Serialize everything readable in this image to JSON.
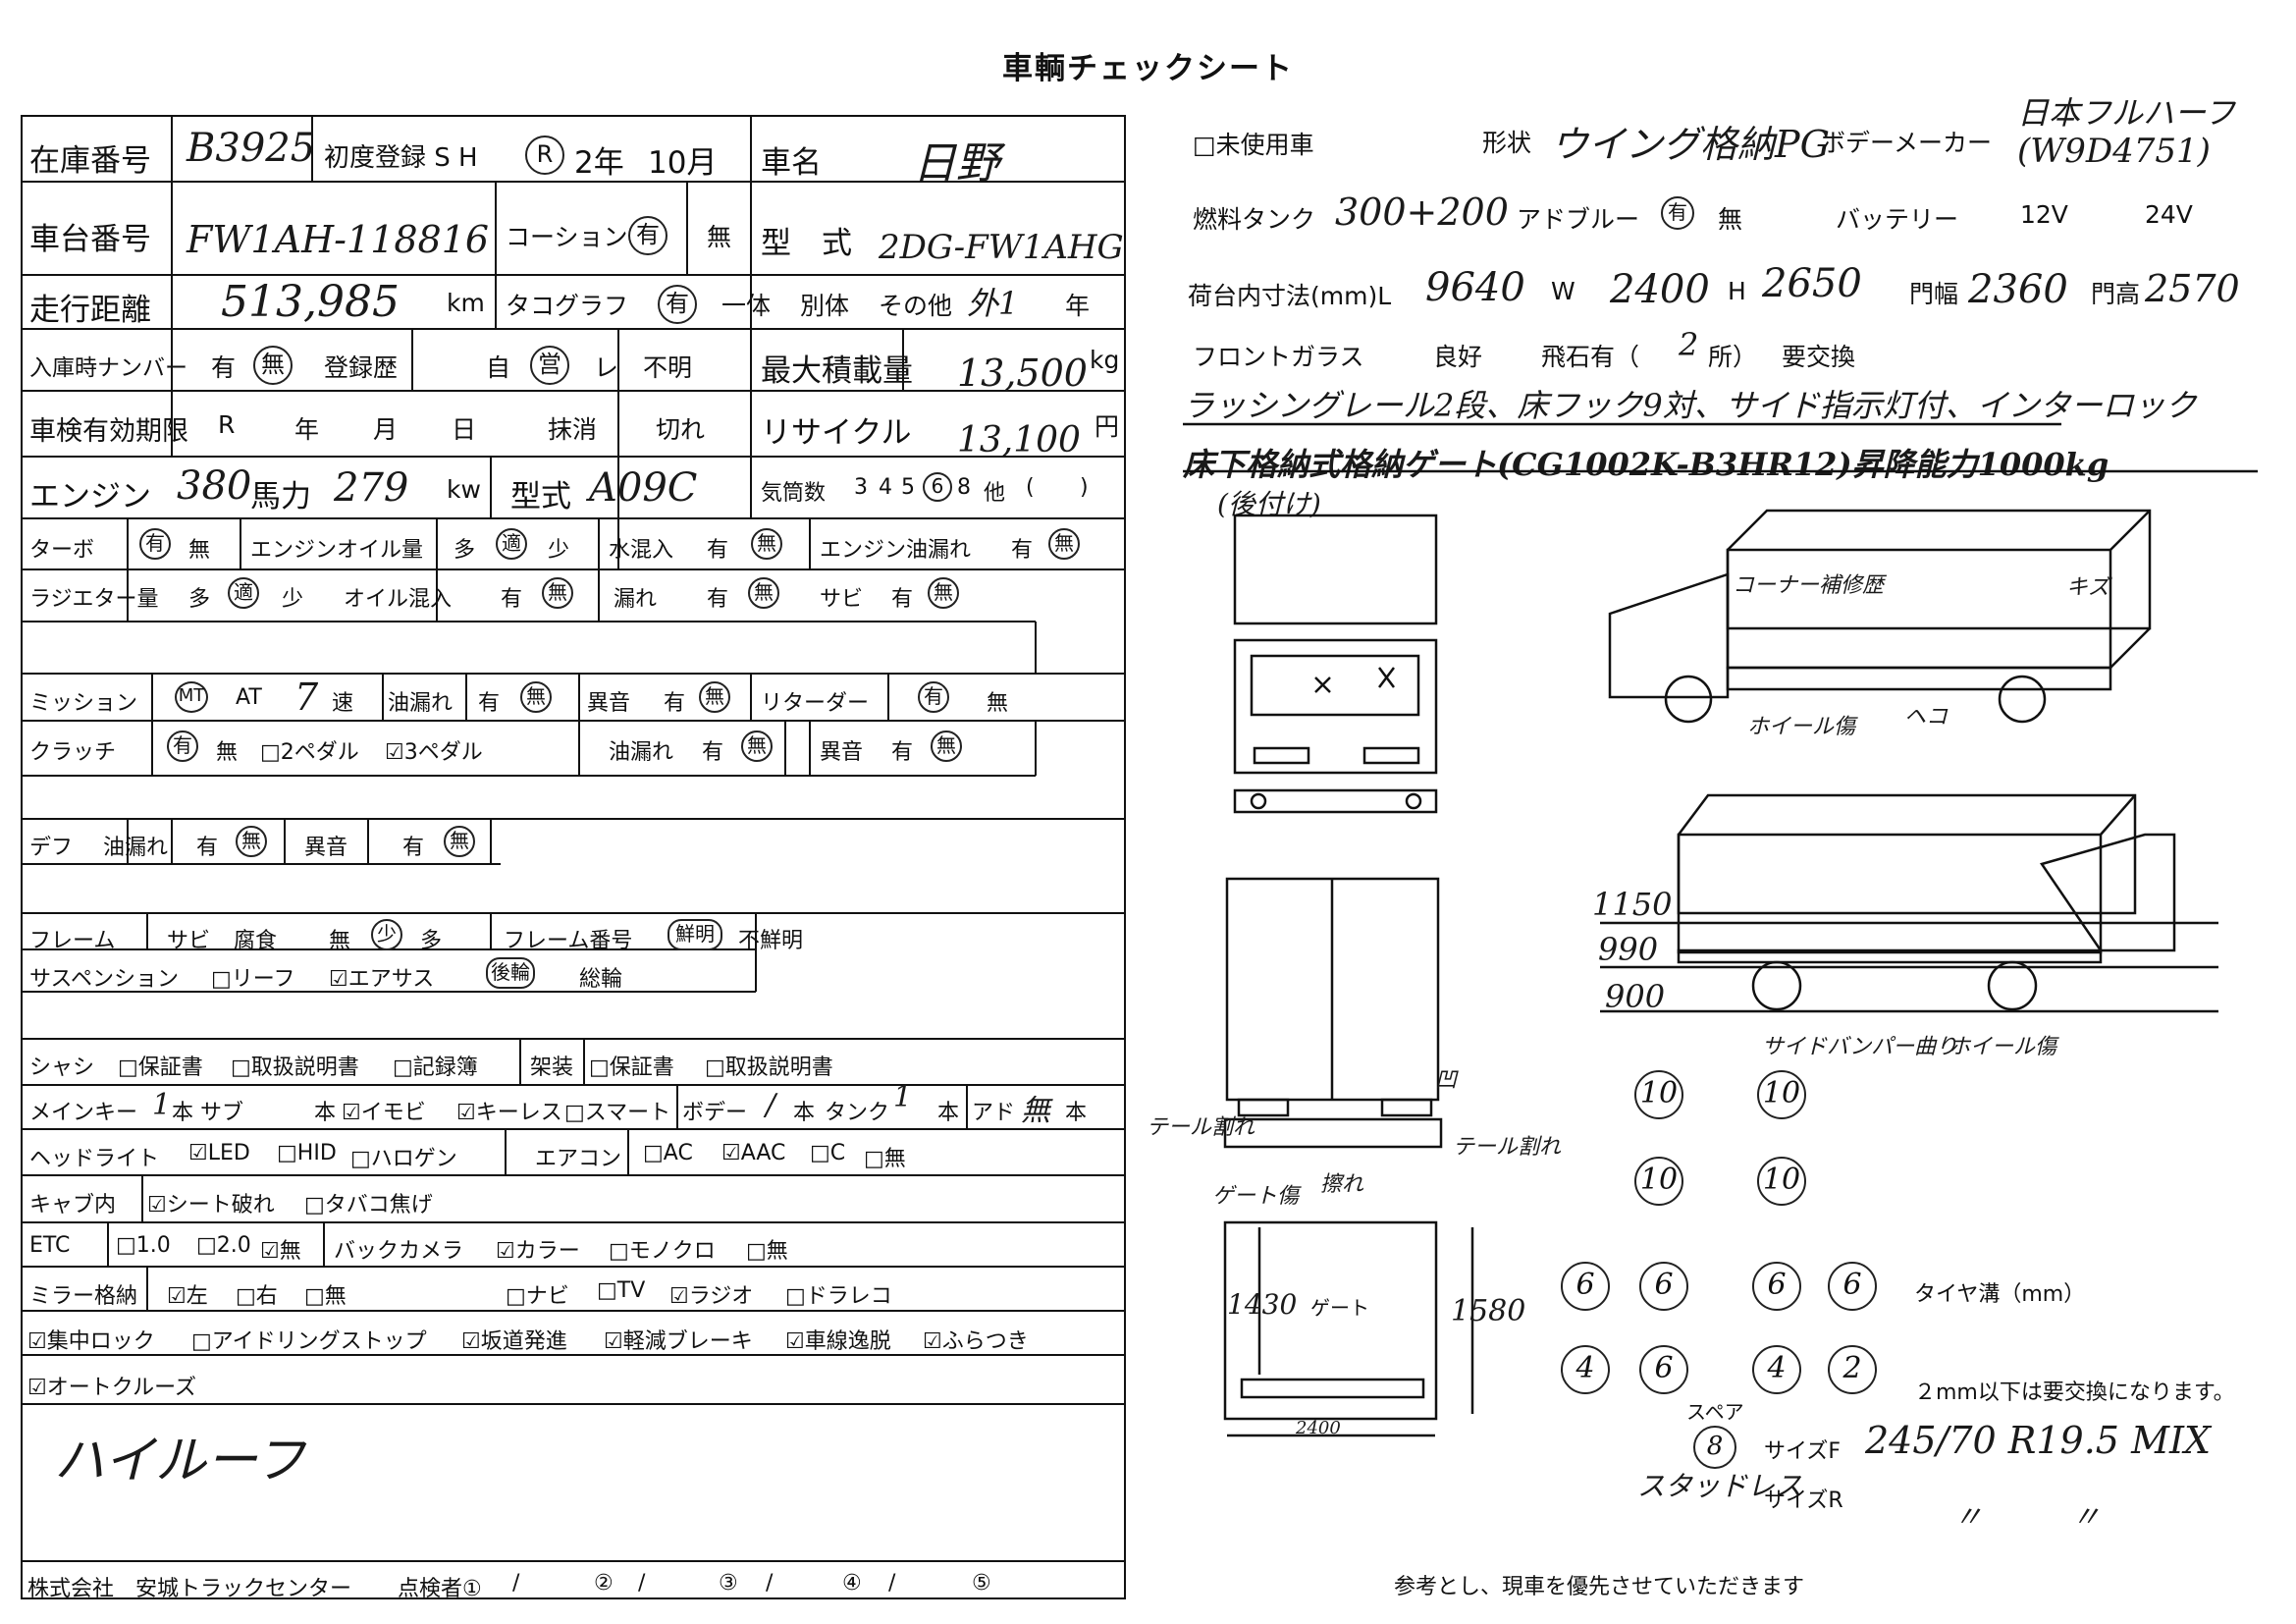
{
  "title": "車輌チェックシート",
  "left": {
    "r1": {
      "stock_label": "在庫番号",
      "stock_value": "B3925",
      "first_reg_label": "初度登録 S H",
      "era_mark": "R",
      "year": "2年",
      "month": "10月",
      "name_label": "車名",
      "name_value": "日野"
    },
    "r2": {
      "chassis_label": "車台番号",
      "chassis_value": "FW1AH-118816",
      "coating_label": "コーション",
      "coating_yes": "有",
      "coating_no": "無",
      "model_label": "型　式",
      "model_value": "2DG-FW1AHG"
    },
    "r3": {
      "mileage_label": "走行距離",
      "mileage_value": "513,985",
      "unit_km": "km",
      "tacho_label": "タコグラフ",
      "tacho_opts": [
        "有",
        "一体",
        "別体",
        "その他"
      ],
      "tacho_hand": "外1",
      "tacho_year": "年"
    },
    "r4": {
      "plate_label": "入庫時ナンバー",
      "plate_yes": "有",
      "plate_no": "無",
      "history_label": "登録歴",
      "history_opts": [
        "自",
        "営",
        "レ",
        "不明"
      ],
      "maxload_label": "最大積載量",
      "maxload_value": "13,500",
      "unit_kg": "kg"
    },
    "r5": {
      "inspect_label": "車検有効期限",
      "inspect_r": "R",
      "y": "年",
      "m": "月",
      "d": "日",
      "cancel": "抹消",
      "expired": "切れ",
      "recycle_label": "リサイクル",
      "recycle_value": "13,100",
      "unit_yen": "円"
    },
    "r6": {
      "engine_label": "エンジン",
      "hp_value": "380",
      "hp_label": "馬力",
      "kw_value": "279",
      "kw_label": "kw",
      "eng_model_label": "型式",
      "eng_model_value": "A09C",
      "cyl_label": "気筒数",
      "cyl_opts": [
        "3",
        "4",
        "5",
        "6",
        "8",
        "他",
        "(",
        ")"
      ]
    },
    "r7": {
      "turbo": "ターボ",
      "yes": "有",
      "no": "無",
      "oil_amt": "エンジンオイル量",
      "many": "多",
      "std": "適",
      "few": "少",
      "water": "水混入",
      "oil_leak": "エンジン油漏れ"
    },
    "r8": {
      "radiator": "ラジエター量",
      "many": "多",
      "std": "適",
      "few": "少",
      "oil_mix": "オイル混入",
      "yes": "有",
      "no": "無",
      "leak": "漏れ",
      "rust": "サビ"
    },
    "r9": {
      "mission": "ミッション",
      "mt": "MT",
      "at": "AT",
      "speed_value": "7",
      "speed_label": "速",
      "oil_leak": "油漏れ",
      "yes": "有",
      "no": "無",
      "noise": "異音",
      "retarder": "リターダー"
    },
    "r10": {
      "clutch": "クラッチ",
      "yes": "有",
      "no": "無",
      "pedal2": "□2ペダル",
      "pedal3": "☑3ペダル",
      "oil_leak": "油漏れ",
      "noise": "異音"
    },
    "r11": {
      "diff": "デフ",
      "oil_leak": "油漏れ",
      "yes": "有",
      "noise": "異音"
    },
    "r12": {
      "frame": "フレーム",
      "rust": "サビ",
      "corrode": "腐食",
      "no": "無",
      "few": "少",
      "many": "多",
      "frame_no": "フレーム番号",
      "clear": "鮮明",
      "unclear": "不鮮明"
    },
    "r13": {
      "suspension": "サスペンション",
      "leaf": "□リーフ",
      "air": "☑エアサス",
      "rear_air": "後輪",
      "all": "総輪"
    },
    "r14": {
      "chassis": "シャシ",
      "warranty": "□保証書",
      "manual": "□取扱説明書",
      "record": "□記録簿",
      "body_equip": "架装",
      "b_warranty": "□保証書",
      "b_manual": "□取扱説明書"
    },
    "r15": {
      "main_key": "メインキー",
      "key_count": "1",
      "sub": "本 サブ",
      "sub_count": "本",
      "immobi": "☑イモビ",
      "keyless": "☑キーレス",
      "smart": "□スマート",
      "body": "ボデー",
      "body_count": "/",
      "body_unit": "本",
      "tank": "タンク",
      "tank_hand": "1",
      "tank_unit": "本",
      "ad": "アド",
      "ad_hand": "無",
      "ad_unit": "本"
    },
    "r16": {
      "headlight": "ヘッドライト",
      "led": "☑LED",
      "hid": "□HID",
      "halogen": "□ハロゲン",
      "aircon": "エアコン",
      "ac": "□AC",
      "aac": "☑AAC",
      "c": "□C",
      "none": "□無"
    },
    "r17": {
      "cabin": "キャブ内",
      "seat": "☑シート破れ",
      "burn": "□タバコ焦げ"
    },
    "r18": {
      "etc": "ETC",
      "v10": "□1.0",
      "v20": "□2.0",
      "none": "☑無",
      "camera": "バックカメラ",
      "color": "☑カラー",
      "mono": "□モノクロ",
      "cam_none": "□無"
    },
    "r19": {
      "mirror": "ミラー格納",
      "left": "☑左",
      "right": "□右",
      "none": "□無",
      "navi": "□ナビ",
      "tv": "□TV",
      "radio": "☑ラジオ",
      "drarec": "□ドラレコ"
    },
    "r20": {
      "central": "☑集中ロック",
      "idling": "□アイドリングストップ",
      "hill": "☑坂道発進",
      "brake": "☑軽減ブレーキ",
      "lane": "☑車線逸脱",
      "wobble": "☑ふらつき"
    },
    "r21": {
      "cruise": "☑オートクルーズ"
    },
    "remarks_hand": "ハイルーフ",
    "footer": {
      "company": "株式会社　安城トラックセンター",
      "inspector": "点検者①",
      "slash": "/",
      "n2": "②",
      "n3": "③",
      "n4": "④",
      "n5": "⑤"
    }
  },
  "right": {
    "unused": "□未使用車",
    "shape_label": "形状",
    "shape_value": "ウイング格納PG",
    "body_maker_label": "ボデーメーカー",
    "body_maker_value": "日本フルハーフ",
    "body_maker_code": "(W9D4751)",
    "fuel_label": "燃料タンク",
    "fuel_value": "300+200",
    "adblue_label": "アドブルー",
    "adblue_yes": "有",
    "adblue_no": "無",
    "battery_label": "バッテリー",
    "battery_12": "12V",
    "battery_24": "24V",
    "cargo_label": "荷台内寸法(mm)L",
    "cargo_l": "9640",
    "w_label": "W",
    "cargo_w": "2400",
    "h_label": "H",
    "cargo_h": "2650",
    "door_w_label": "門幅",
    "door_w": "2360",
    "door_h_label": "門高",
    "door_h": "2570",
    "glass_label": "フロントガラス",
    "glass_good": "良好",
    "glass_chip": "飛石有（",
    "glass_count": "2",
    "glass_chip_end": "所）",
    "glass_replace": "要交換",
    "note1": "ラッシングレール2段、床フック9対、サイド指示灯付、インターロック",
    "note2": "床下格納式格納ゲート(CG1002K-B3HR12)昇降能力1000kg",
    "note3": "(後付け)",
    "side_labels": {
      "cargo": "コーナー補修歴",
      "scratch": "キズ",
      "wheel": "ホイール傷",
      "dent": "ヘコ"
    },
    "rear_dims": [
      "1150",
      "990",
      "900"
    ],
    "rear_side_labels": {
      "side_bumper": "サイドバンパー曲り",
      "wheel": "ホイール傷"
    },
    "rear_view_labels": {
      "cut": "凹",
      "tail_l": "テール割れ",
      "tail_r": "テール割れ",
      "gate": "ゲート傷",
      "scrape": "擦れ"
    },
    "gate_labels": {
      "h1": "1430",
      "gate": "ゲート",
      "h2": "1580",
      "w": "2400"
    },
    "tyres_front": [
      "10",
      "10"
    ],
    "tyres_mid": [
      "10",
      "10"
    ],
    "tyres_rear1": [
      "6",
      "6",
      "6",
      "6"
    ],
    "tyres_rear2": [
      "4",
      "6",
      "4",
      "2"
    ],
    "tyre_label": "タイヤ溝（mm）",
    "tyre_note": "２mm以下は要交換になります。",
    "spare_label": "スペア",
    "spare_value": "8",
    "size_f_label": "サイズF",
    "size_f_value": "245/70 R19.5 MIX",
    "studless": "スタッドレス",
    "size_r_label": "サイズR",
    "size_r_value": "〃　　　〃",
    "footer_note": "参考とし、現車を優先させていただきます"
  }
}
